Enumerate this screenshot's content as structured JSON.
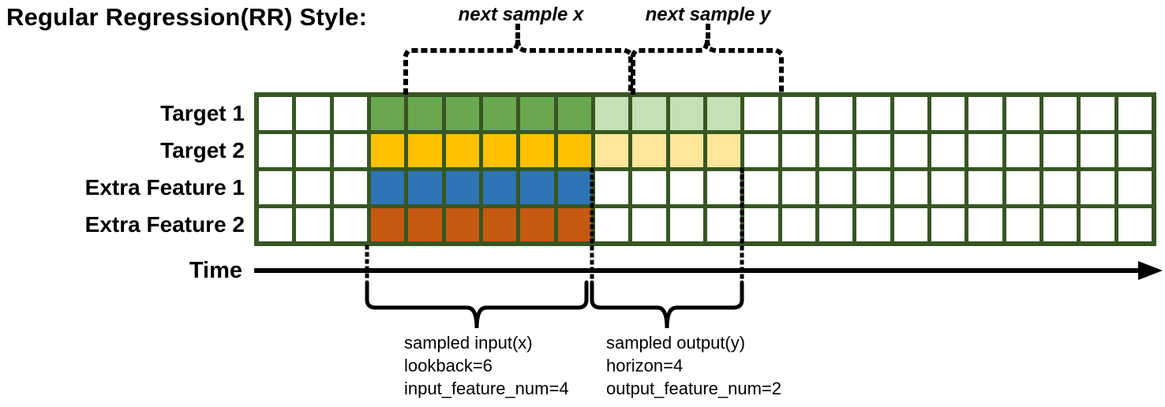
{
  "title": "Regular Regression(RR) Style:",
  "annotations": {
    "next_sample_x": "next sample x",
    "next_sample_y": "next sample y",
    "time_label": "Time"
  },
  "grid": {
    "columns": 24,
    "rows": 4
  },
  "rows": [
    {
      "label": "Target 1",
      "segments": [
        {
          "count": 3,
          "color": "white"
        },
        {
          "count": 6,
          "color": "green"
        },
        {
          "count": 4,
          "color": "light_green"
        },
        {
          "count": 11,
          "color": "white"
        }
      ]
    },
    {
      "label": "Target 2",
      "segments": [
        {
          "count": 3,
          "color": "white"
        },
        {
          "count": 6,
          "color": "gold"
        },
        {
          "count": 4,
          "color": "light_gold"
        },
        {
          "count": 11,
          "color": "white"
        }
      ]
    },
    {
      "label": "Extra Feature 1",
      "segments": [
        {
          "count": 3,
          "color": "white"
        },
        {
          "count": 6,
          "color": "blue"
        },
        {
          "count": 15,
          "color": "white"
        }
      ]
    },
    {
      "label": "Extra Feature 2",
      "segments": [
        {
          "count": 3,
          "color": "white"
        },
        {
          "count": 6,
          "color": "orange"
        },
        {
          "count": 15,
          "color": "white"
        }
      ]
    }
  ],
  "colors": {
    "white": "#ffffff",
    "green": "#6aa84f",
    "light_green": "#c5e0b4",
    "gold": "#ffc000",
    "light_gold": "#ffe699",
    "blue": "#2e75b6",
    "orange": "#c55a11",
    "grid_border": "#375623",
    "ink": "#000000"
  },
  "notes": {
    "input": [
      "sampled input(x)",
      "lookback=6",
      "input_feature_num=4"
    ],
    "output": [
      "sampled output(y)",
      "horizon=4",
      "output_feature_num=2"
    ]
  }
}
